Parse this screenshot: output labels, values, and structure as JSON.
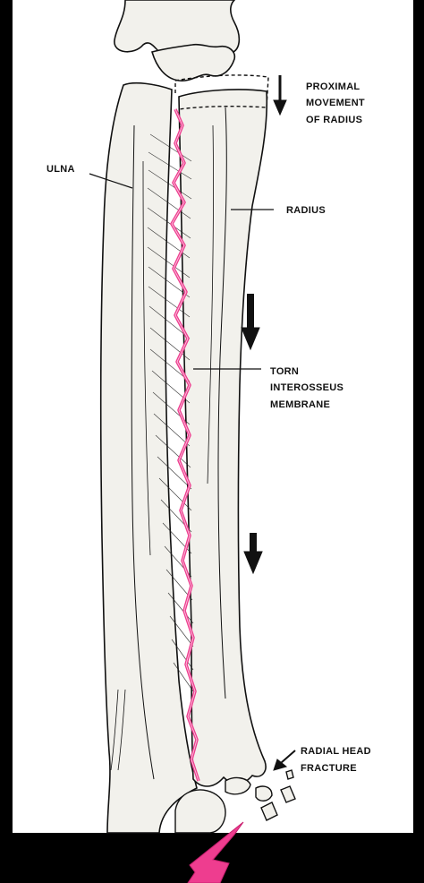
{
  "labels": {
    "proximal_1": "PROXIMAL",
    "proximal_2": "MOVEMENT",
    "proximal_3": "OF RADIUS",
    "ulna": "ULNA",
    "radius": "RADIUS",
    "torn_1": "TORN",
    "torn_2": "INTEROSSEUS",
    "torn_3": "MEMBRANE",
    "radial_1": "RADIAL HEAD",
    "radial_2": "FRACTURE"
  },
  "colors": {
    "background": "#000000",
    "panel": "#ffffff",
    "ink": "#111111",
    "bone_fill": "#f2f1ec",
    "tear": "#ee3d8f",
    "impact_bolt": "#ee3d8f"
  },
  "icons": {
    "arrow": "down-arrow-icon",
    "bolt": "lightning-bolt-icon"
  }
}
